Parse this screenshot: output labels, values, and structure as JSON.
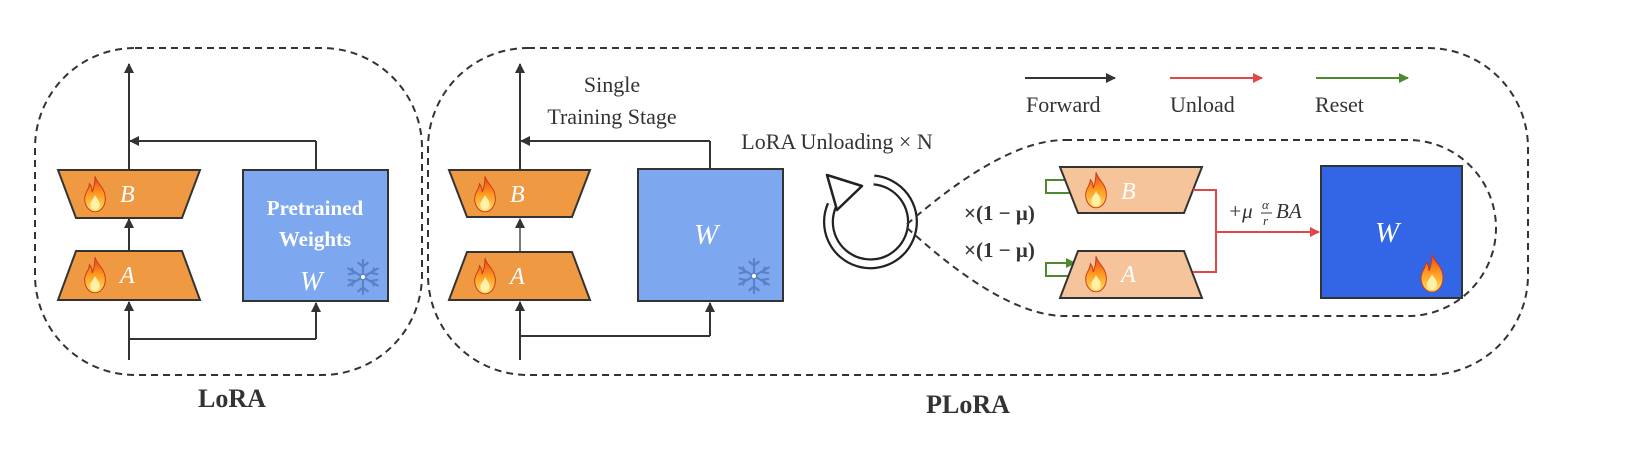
{
  "captions": {
    "lora": "LoRA",
    "plora": "PLoRA"
  },
  "lora": {
    "block_b": "B",
    "block_a": "A",
    "weights_label_line1": "Pretrained",
    "weights_label_line2": "Weights",
    "weights_symbol": "W"
  },
  "plora": {
    "block_b": "B",
    "block_a": "A",
    "weights_symbol": "W",
    "stage_label_line1": "Single",
    "stage_label_line2": "Training Stage",
    "unloading_label": "LoRA Unloading × N",
    "detail": {
      "block_b": "B",
      "block_a": "A",
      "scale_b": "×(1 − μ)",
      "scale_a": "×(1 − μ)",
      "merge_plus_mu": "+μ",
      "merge_alpha": "α",
      "merge_r": "r",
      "merge_ba": "BA",
      "weights_symbol": "W"
    }
  },
  "legend": {
    "forward": "Forward",
    "unload": "Unload",
    "reset": "Reset"
  },
  "colors": {
    "lora_orange": "#EF9A43",
    "light_orange": "#F5C49A",
    "light_blue": "#7DA7EE",
    "dark_blue": "#3366E6",
    "forward": "#333333",
    "unload": "#E04848",
    "reset": "#4C8A2C"
  }
}
